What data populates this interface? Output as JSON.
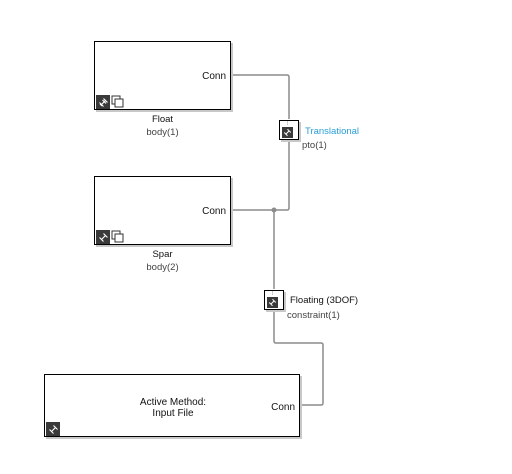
{
  "canvas": {
    "wire_color": "#8c8c8c",
    "accent_color": "#2a9fd6"
  },
  "float_block": {
    "port": "Conn",
    "name": "Float",
    "sub": "body(1)"
  },
  "spar_block": {
    "port": "Conn",
    "name": "Spar",
    "sub": "body(2)"
  },
  "pto_block": {
    "name": "Translational",
    "sub": "pto(1)",
    "icon": "link-icon"
  },
  "constraint_block": {
    "name": "Floating (3DOF)",
    "sub": "constraint(1)",
    "icon": "link-icon"
  },
  "input_block": {
    "line1": "Active Method:",
    "line2": "Input File",
    "port": "Conn"
  }
}
